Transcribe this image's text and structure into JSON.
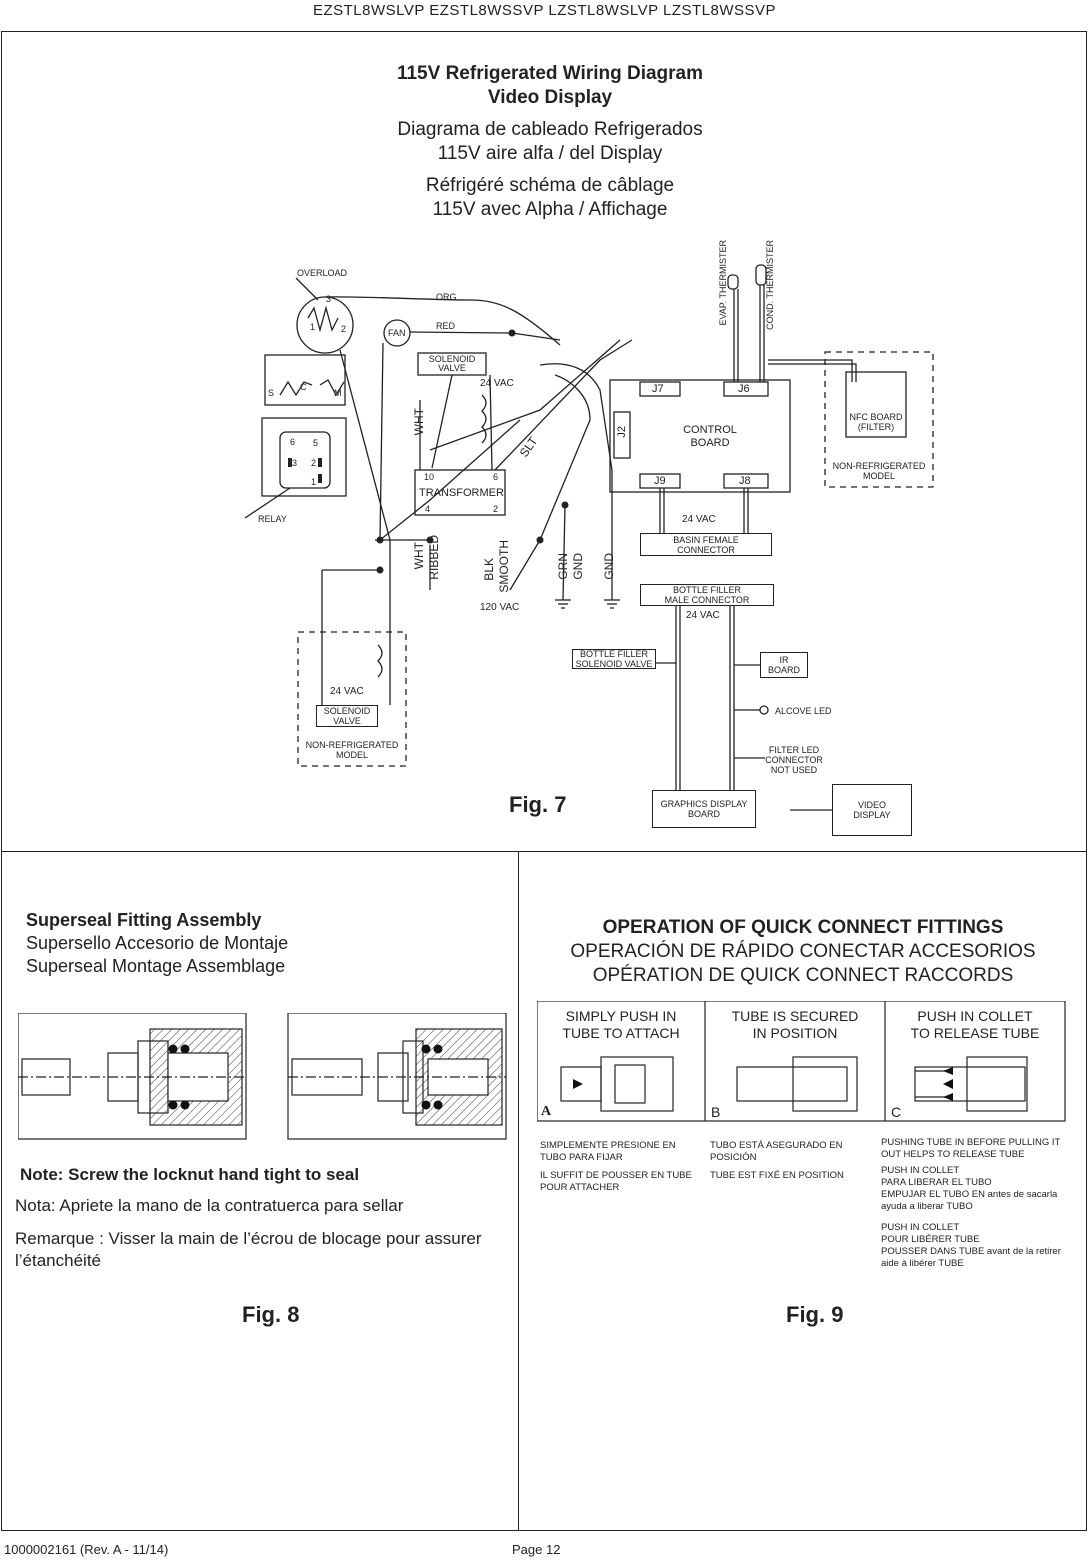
{
  "header": {
    "models": "EZSTL8WSLVP  EZSTL8WSSVP   LZSTL8WSLVP  LZSTL8WSSVP"
  },
  "fig7": {
    "title_en_1": "115V Refrigerated Wiring Diagram",
    "title_en_2": "Video Display",
    "title_es_1": "Diagrama de cableado Refrigerados",
    "title_es_2": "115V aire alfa / del Display",
    "title_fr_1": "Réfrigéré schéma de câblage",
    "title_fr_2": "115V avec Alpha / Affichage",
    "labels": {
      "overload": "OVERLOAD",
      "relay": "RELAY",
      "fan": "FAN",
      "org": "ORG",
      "red": "RED",
      "solenoid_valve_1": "SOLENOID",
      "solenoid_valve_2": "VALVE",
      "vac24": "24 VAC",
      "wht": "WHT",
      "transformer": "TRANSFORMER",
      "t10": "10",
      "t6": "6",
      "t4": "4",
      "t2": "2",
      "slt": "SLT",
      "wht_ribbed_1": "WHT",
      "wht_ribbed_2": "RIBBED",
      "blk_smooth_1": "BLK",
      "blk_smooth_2": "SMOOTH",
      "grn_gnd_1": "GRN",
      "grn_gnd_2": "GND",
      "gnd": "GND",
      "vac120": "120 VAC",
      "evap_thermister": "EVAP. THERMISTER",
      "cond_thermister": "COND. THERMISTER",
      "j7": "J7",
      "j6": "J6",
      "j2": "J2",
      "j9": "J9",
      "j8": "J8",
      "control_board_1": "CONTROL",
      "control_board_2": "BOARD",
      "nfc_board_1": "NFC BOARD",
      "nfc_board_2": "(FILTER)",
      "non_refrig_1": "NON-REFRIGERATED",
      "non_refrig_2": "MODEL",
      "basin_female_1": "BASIN FEMALE",
      "basin_female_2": "CONNECTOR",
      "bottle_male_1": "BOTTLE FILLER",
      "bottle_male_2": "MALE CONNECTOR",
      "bottle_sol_1": "BOTTLE FILLER",
      "bottle_sol_2": "SOLENOID VALVE",
      "ir_board_1": "IR",
      "ir_board_2": "BOARD",
      "alcove_led": "ALCOVE LED",
      "filter_led_1": "FILTER LED",
      "filter_led_2": "CONNECTOR",
      "filter_led_3": "NOT USED",
      "graphics_1": "GRAPHICS DISPLAY",
      "graphics_2": "BOARD",
      "video_1": "VIDEO",
      "video_2": "DISPLAY",
      "s": "S",
      "c": "C",
      "m": "M",
      "p1": "1",
      "p2": "2",
      "p3": "3",
      "p5": "5",
      "p6": "6"
    },
    "caption": "Fig. 7"
  },
  "fig8": {
    "title_en": "Superseal Fitting Assembly",
    "title_es": "Supersello Accesorio de Montaje",
    "title_fr": "Superseal Montage Assemblage",
    "note_en": "Note:  Screw the locknut hand tight to seal",
    "note_es": "Nota: Apriete la mano de la contratuerca para sellar",
    "note_fr": "Remarque : Visser la main de l’écrou de blocage pour assurer l’étanchéité",
    "caption": "Fig. 8"
  },
  "fig9": {
    "title_en": "OPERATION OF QUICK CONNECT FITTINGS",
    "title_es": "OPERACIÓN DE RÁPIDO CONECTAR ACCESORIOS",
    "title_fr": "OPÉRATION DE QUICK CONNECT RACCORDS",
    "col_a_1": "SIMPLY PUSH IN",
    "col_a_2": "TUBE TO ATTACH",
    "col_b_1": "TUBE IS SECURED",
    "col_b_2": "IN POSITION",
    "col_c_1": "PUSH IN COLLET",
    "col_c_2": "TO RELEASE TUBE",
    "letter_a": "A",
    "letter_b": "B",
    "letter_c": "C",
    "a_es": "SIMPLEMENTE PRESIONE EN TUBO PARA FIJAR",
    "a_fr": "IL SUFFIT DE POUSSER EN TUBE POUR ATTACHER",
    "b_es": "TUBO ESTÁ ASEGURADO EN POSICIÓN",
    "b_fr": "TUBE EST FIXÉ EN POSITION",
    "c_tip": "PUSHING TUBE IN BEFORE PULLING IT OUT HELPS TO RELEASE TUBE",
    "c_es_1": "PUSH IN COLLET",
    "c_es_2": "PARA LIBERAR EL TUBO",
    "c_es_3": "EMPUJAR EL TUBO EN antes de sacarla ayuda a liberar TUBO",
    "c_fr_1": "PUSH IN COLLET",
    "c_fr_2": "POUR LIBÉRER TUBE",
    "c_fr_3": "POUSSER DANS TUBE avant de la retirer aide à libérer TUBE",
    "caption": "Fig. 9"
  },
  "footer": {
    "doc": "1000002161 (Rev. A - 11/14)",
    "page": "Page 12"
  }
}
